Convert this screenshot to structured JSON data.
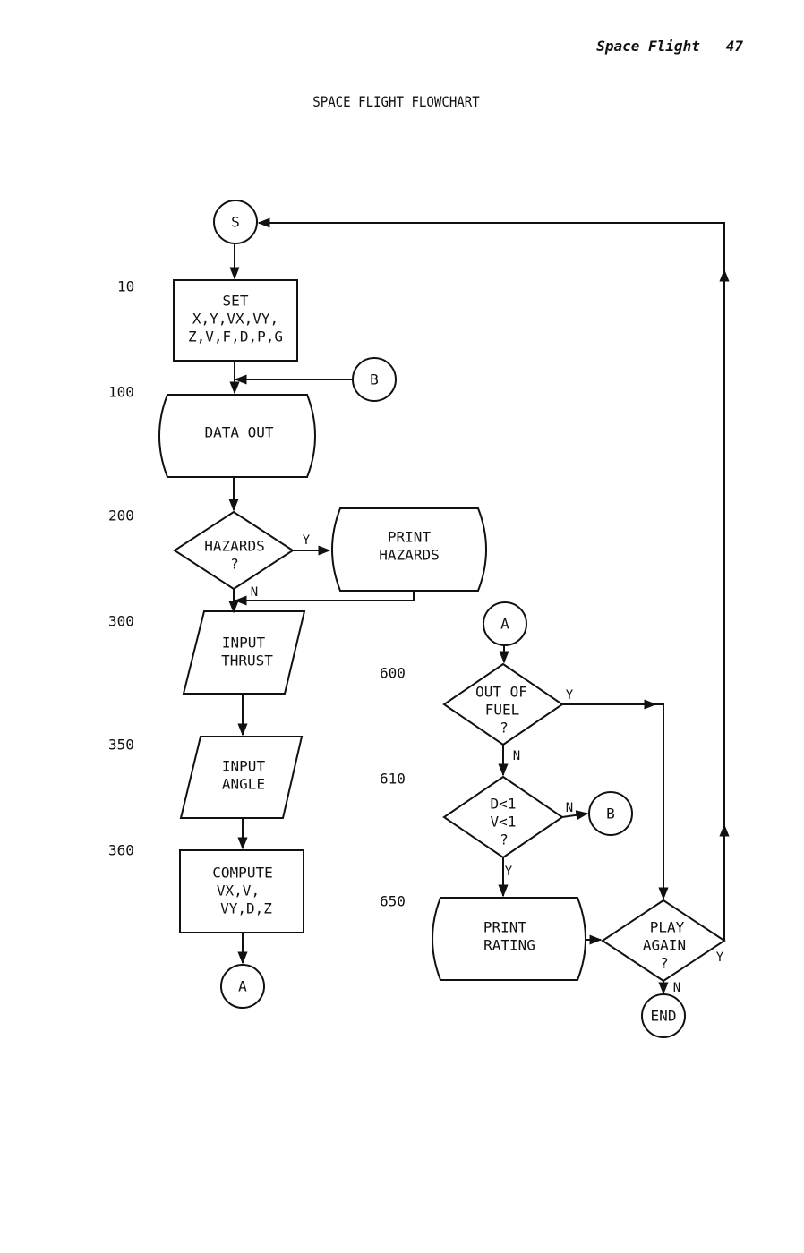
{
  "header": {
    "running_title": "Space Flight",
    "page_number": "47"
  },
  "title": "SPACE FLIGHT FLOWCHART",
  "line_numbers": {
    "set": "10",
    "data_out": "100",
    "hazards": "200",
    "input_thrust": "300",
    "input_angle": "350",
    "compute": "360",
    "out_of_fuel": "600",
    "dv_check": "610",
    "print_rating": "650"
  },
  "nodes": {
    "start": [
      "S"
    ],
    "set": [
      "SET",
      "X,Y,VX,VY,",
      "Z,V,F,D,P,G"
    ],
    "connector_b_top": [
      "B"
    ],
    "data_out": [
      "DATA OUT"
    ],
    "hazards": [
      "HAZARDS",
      "?"
    ],
    "print_hazards": [
      "PRINT",
      "HAZARDS"
    ],
    "input_thrust": [
      "INPUT",
      "THRUST"
    ],
    "input_angle": [
      "INPUT",
      "ANGLE"
    ],
    "compute": [
      "COMPUTE",
      "VX,V,",
      "VY,D,Z"
    ],
    "connector_a_bottom": [
      "A"
    ],
    "connector_a_top": [
      "A"
    ],
    "out_of_fuel": [
      "OUT OF",
      "FUEL",
      "?"
    ],
    "dv_check": [
      "D<1",
      "V<1",
      "?"
    ],
    "connector_b_right": [
      "B"
    ],
    "print_rating": [
      "PRINT",
      "RATING"
    ],
    "play_again": [
      "PLAY",
      "AGAIN",
      "?"
    ],
    "end": [
      "END"
    ]
  },
  "edge_labels": {
    "hazards_yes": "Y",
    "hazards_no": "N",
    "fuel_yes": "Y",
    "fuel_no": "N",
    "dv_no": "N",
    "dv_yes": "Y",
    "play_yes": "Y",
    "play_no": "N"
  }
}
